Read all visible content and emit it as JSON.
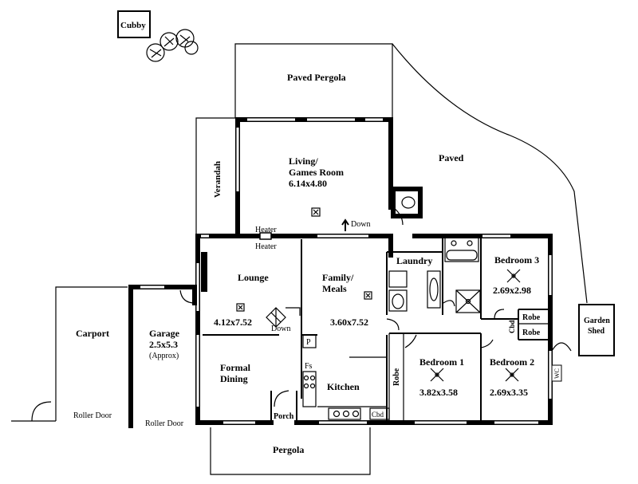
{
  "outdoor": {
    "cubby": "Cubby",
    "paved_pergola": "Paved Pergola",
    "paved": "Paved",
    "verandah": "Verandah",
    "carport": "Carport",
    "garden_shed_line1": "Garden",
    "garden_shed_line2": "Shed",
    "pergola": "Pergola"
  },
  "garage": {
    "name": "Garage",
    "size": "2.5x5.3",
    "note": "(Approx)",
    "roller_door_carport": "Roller Door",
    "roller_door_garage": "Roller Door"
  },
  "rooms": {
    "living_line1": "Living/",
    "living_line2": "Games Room",
    "living_size": "6.14x4.80",
    "lounge": "Lounge",
    "lounge_size": "4.12x7.52",
    "family_line1": "Family/",
    "family_line2": "Meals",
    "family_size": "3.60x7.52",
    "formal_line1": "Formal",
    "formal_line2": "Dining",
    "kitchen": "Kitchen",
    "laundry": "Laundry",
    "bedroom3": "Bedroom 3",
    "bedroom3_size": "2.69x2.98",
    "bedroom1": "Bedroom 1",
    "bedroom1_size": "3.82x3.58",
    "bedroom2": "Bedroom 2",
    "bedroom2_size": "2.69x3.35",
    "porch": "Porch"
  },
  "fixtures": {
    "heater_top": "Heater",
    "heater_bottom": "Heater",
    "down_living": "Down",
    "down_lounge": "Down",
    "pantry": "P",
    "fridge_space": "Fs",
    "robe_left": "Robe",
    "robe_b3": "Robe",
    "robe_b2": "Robe",
    "cbd_bedroom": "Cbd",
    "cbd_kitchen": "Cbd",
    "wc": "WC"
  }
}
